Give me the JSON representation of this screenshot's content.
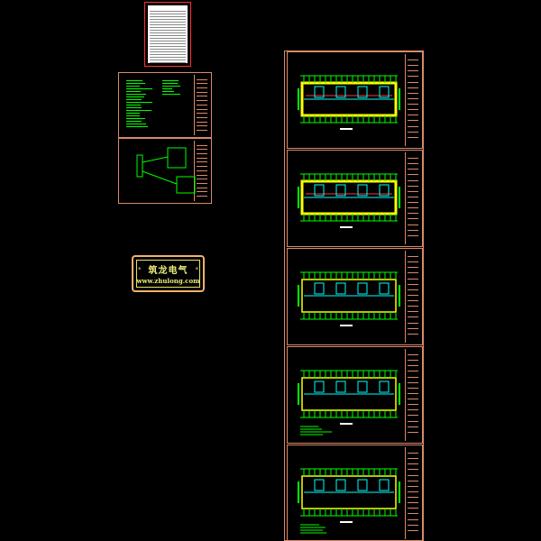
{
  "logo": {
    "name": "筑龙电气",
    "url": "www.zhulong.com",
    "star": "*"
  },
  "colors": {
    "frame": "#d98a6a",
    "wall": "#ffff00",
    "green": "#00ff00",
    "cyan": "#00ffff",
    "red": "#ff3333",
    "white": "#ffffff"
  },
  "sheets": {
    "plan_count": 5,
    "notes_count": 2,
    "cover_count": 1
  }
}
